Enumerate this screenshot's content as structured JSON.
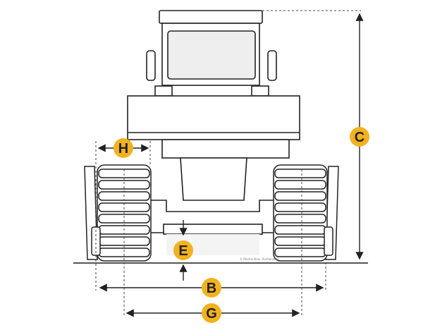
{
  "diagram": {
    "subject": "crawler dozer front view",
    "badge_color": "#f2b21f",
    "line_color": "#222222",
    "badges": {
      "c": "C",
      "h": "H",
      "e": "E",
      "b": "B",
      "g": "G"
    },
    "credit": "© Ritchie Bros. Auctioneers"
  }
}
